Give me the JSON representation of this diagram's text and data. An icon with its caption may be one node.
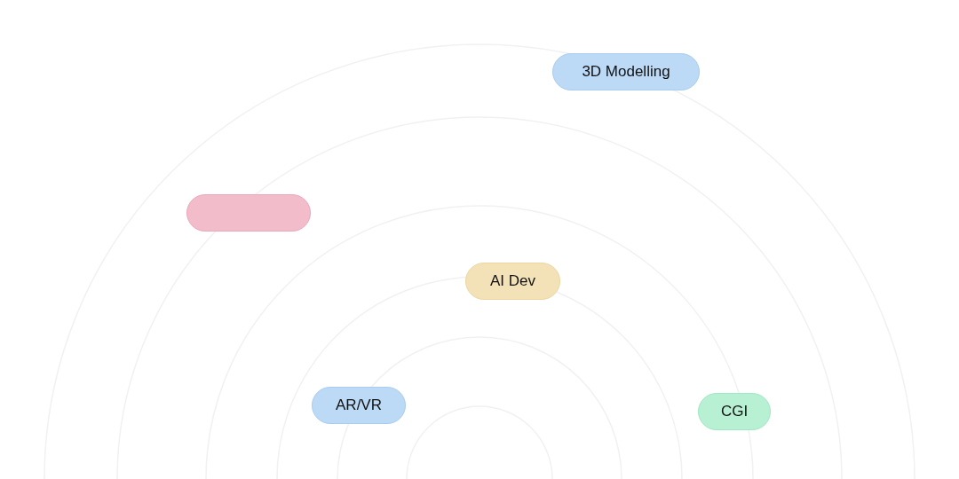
{
  "diagram": {
    "nodes": [
      {
        "text": [
          "3D Modelling"
        ]
      },
      {
        "text": [],
        "shape": "box"
      },
      {
        "text": [
          "AI Dev"
        ]
      },
      {
        "text": [
          "AR/VR"
        ]
      },
      {
        "text": [
          "CGI"
        ]
      }
    ]
  }
}
